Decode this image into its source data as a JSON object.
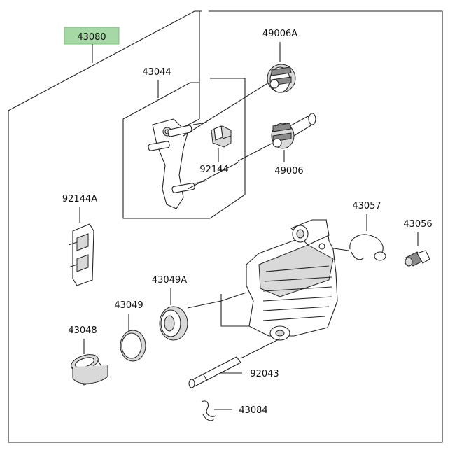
{
  "diagram": {
    "assembly_label": "43080",
    "highlight_color": "#a6d8a6",
    "parts": {
      "p49006A": "49006A",
      "p43044": "43044",
      "p92144": "92144",
      "p49006": "49006",
      "p92144A": "92144A",
      "p43057": "43057",
      "p43056": "43056",
      "p43049A": "43049A",
      "p43049": "43049",
      "p43048": "43048",
      "p92043": "92043",
      "p43084": "43084"
    }
  }
}
